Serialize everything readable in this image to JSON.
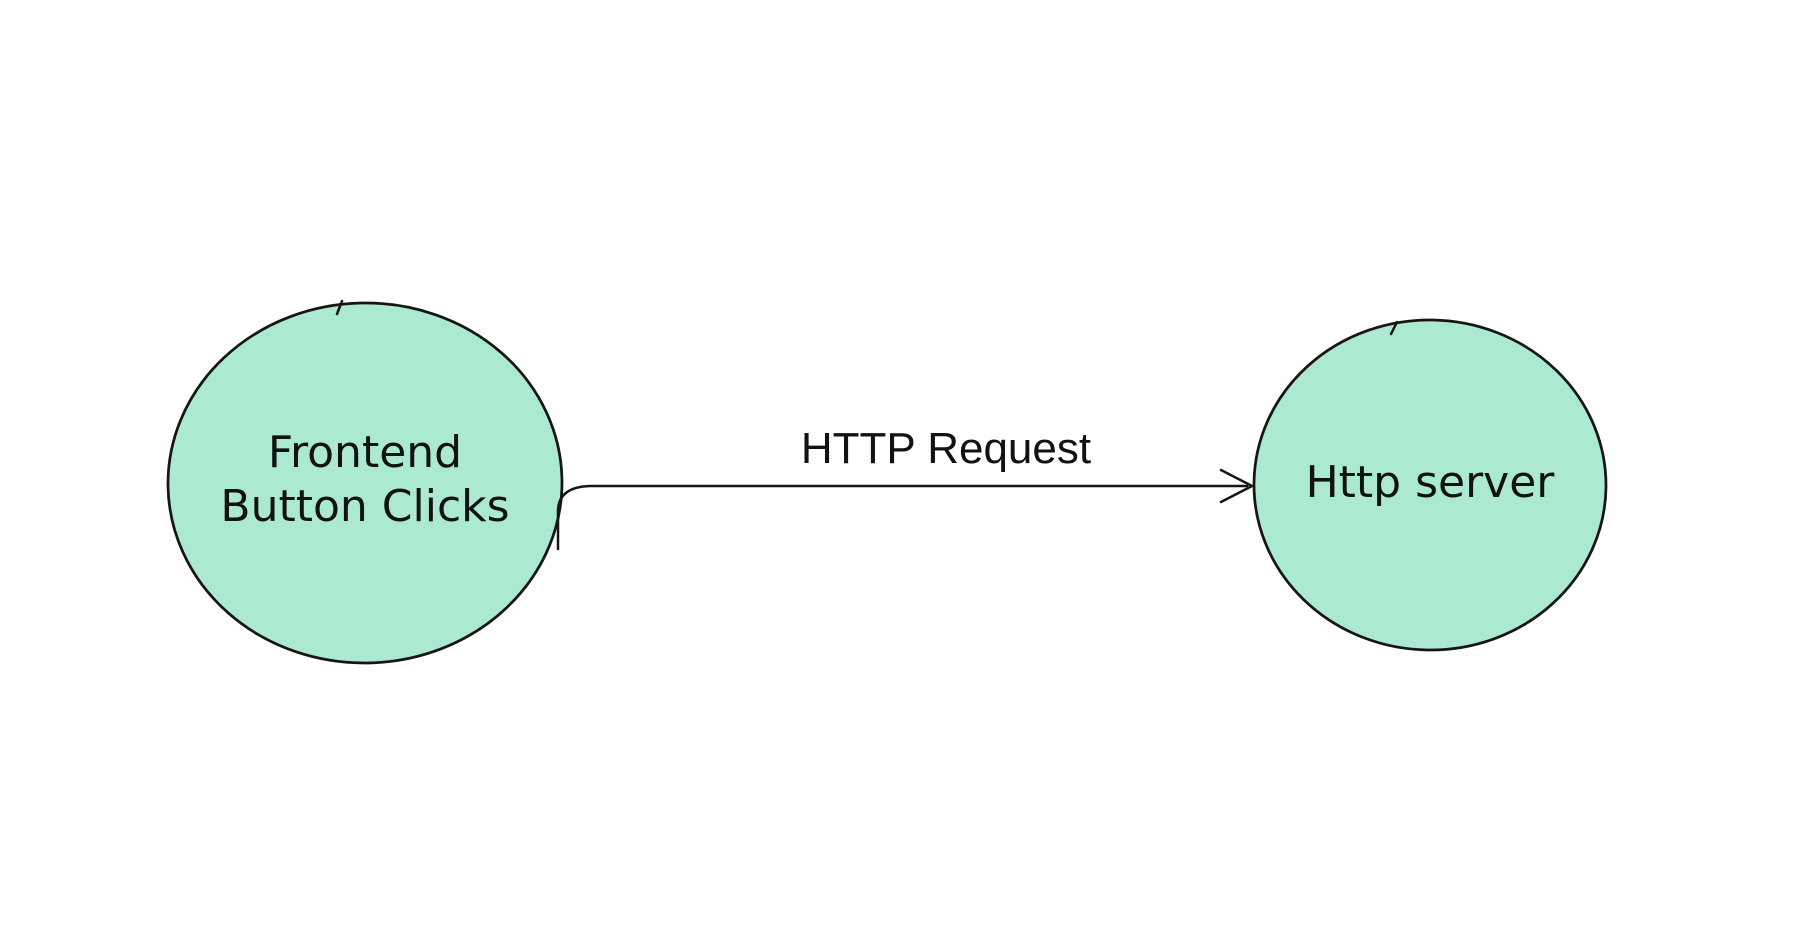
{
  "canvas": {
    "background": "#ffffff"
  },
  "diagram": {
    "style": {
      "node_fill": "#ace9d1",
      "stroke": "#161616",
      "text_color": "#121212"
    },
    "nodes": [
      {
        "id": "frontend-button-clicks",
        "lines": [
          "Frontend",
          "Button Clicks"
        ]
      },
      {
        "id": "http-server",
        "lines": [
          "Http server"
        ]
      }
    ],
    "edges": [
      {
        "id": "http-request",
        "label": "HTTP Request",
        "from": "frontend-button-clicks",
        "to": "http-server",
        "arrow": "right"
      }
    ]
  }
}
